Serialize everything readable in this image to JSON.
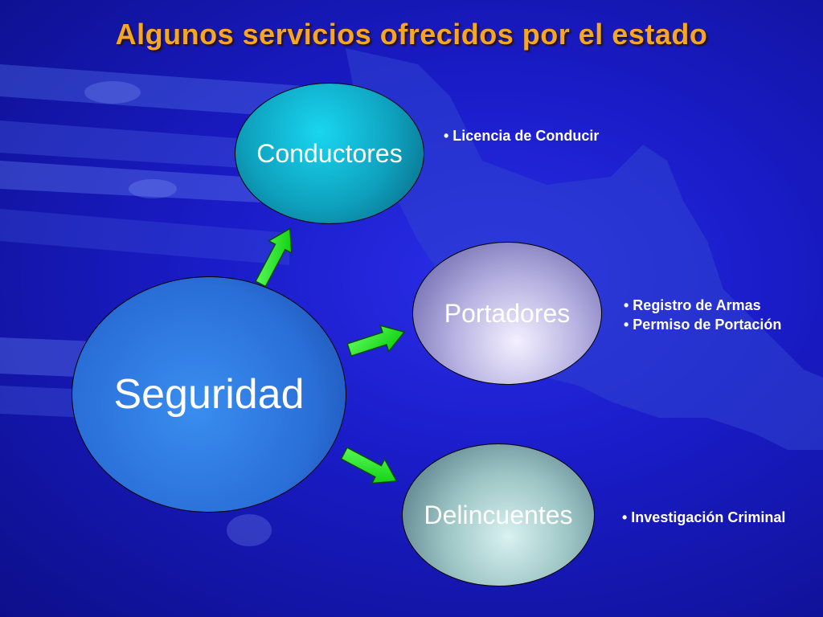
{
  "title": "Algunos servicios ofrecidos por el estado",
  "nodes": {
    "center": "Seguridad",
    "conductores": "Conductores",
    "portadores": "Portadores",
    "delincuentes": "Delincuentes"
  },
  "services": {
    "conductores": [
      "• Licencia de Conducir"
    ],
    "portadores": [
      "• Registro de Armas",
      "• Permiso de Portación"
    ],
    "delincuentes": [
      "• Investigación Criminal"
    ]
  },
  "colors": {
    "title": "#f5a623",
    "arrow": "#22ee22",
    "background": "#1a1cc8"
  }
}
